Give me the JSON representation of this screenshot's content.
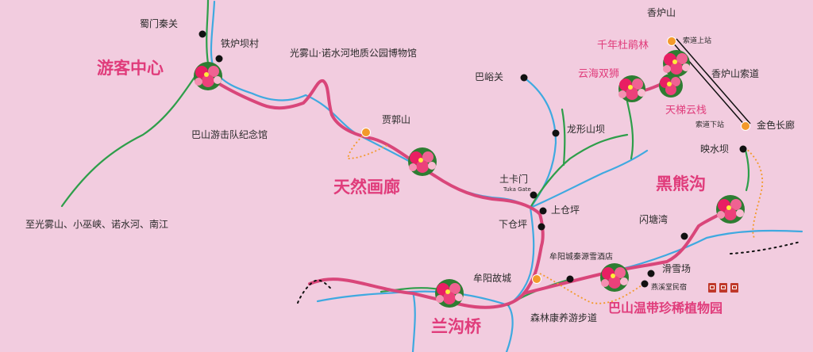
{
  "colors": {
    "background": "#F2CCDF",
    "main_road": "#D9467A",
    "river": "#3FA9E0",
    "green_path": "#2E9E4A",
    "trail": "#F39A2B",
    "highlight_text": "#E03C7B",
    "stop_dot": "#111111",
    "orange_stop": "#F39A2B"
  },
  "labels": {
    "visitor_center": "游客中心",
    "natural_gallery": "天然画廊",
    "black_bear_gully": "黑熊沟",
    "langou_bridge": "兰沟桥",
    "botanical_garden": "巴山温带珍稀植物园",
    "thousand_year_azalea": "千年杜鹃林",
    "cloud_sea_lions": "云海双狮",
    "sky_ladder_plank": "天梯云栈",
    "xianglu_mountain": "香炉山",
    "cableway_top": "索道上站",
    "xianglu_cableway": "香炉山索道",
    "cableway_bottom": "索道下站",
    "golden_corridor": "金色长廊",
    "yingshui_dam": "映水坝",
    "shanmen_pass": "蜀门秦关",
    "tielubo_village": "铁炉坝村",
    "museum": "光雾山·诺水河地质公园博物馆",
    "bayu_pass": "巴峪关",
    "jiaguo_mountain": "贾郭山",
    "longxing_dam": "龙形山坝",
    "guerrilla_memorial": "巴山游击队纪念馆",
    "tuka_gate": "土卡门",
    "tuka_gate_en": "Tuka Gate",
    "shangcang_ping": "上仓坪",
    "xiacang_ping": "下仓坪",
    "to_destinations": "至光雾山、小巫峡、诺水河、南江",
    "shantang_bay": "闪塘湾",
    "ski_field": "滑雪场",
    "hotel": "牟阳城秦源雪酒店",
    "swallow_creek_inn": "燕溪堂民宿",
    "muyang_old_town": "牟阳故城",
    "forest_trail": "森林康养游步道"
  }
}
